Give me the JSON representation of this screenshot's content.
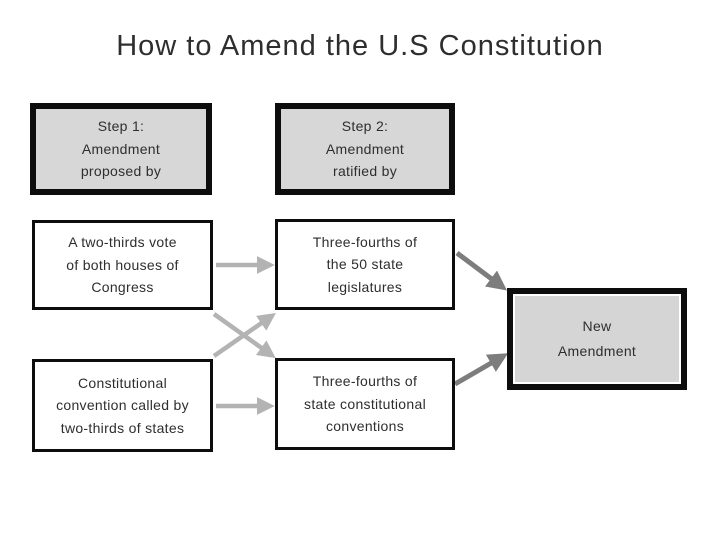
{
  "title": "How to Amend the U.S Constitution",
  "colors": {
    "background": "#ffffff",
    "text": "#2e2e2e",
    "box_border": "#0d0d0d",
    "header_fill": "#d7d7d7",
    "result_fill": "#d5d5d5",
    "plain_fill": "#ffffff",
    "arrow_light": "#b3b3b3",
    "arrow_dark": "#7d7d7d"
  },
  "boxes": {
    "step1": {
      "label": "Step 1:\nAmendment\nproposed by"
    },
    "step2": {
      "label": "Step 2:\nAmendment\nratified by"
    },
    "congress": {
      "label": "A two-thirds vote\nof both houses of\nCongress"
    },
    "legislatures": {
      "label": "Three-fourths of\nthe 50 state\nlegislatures"
    },
    "convention": {
      "label": "Constitutional\nconvention called by\ntwo-thirds of states"
    },
    "state_conventions": {
      "label": "Three-fourths of\nstate constitutional\nconventions"
    },
    "new_amendment": {
      "label": "New\nAmendment"
    }
  },
  "connections": [
    {
      "from": "congress",
      "to": "legislatures",
      "style": "light"
    },
    {
      "from": "congress",
      "to": "state_conventions",
      "style": "light"
    },
    {
      "from": "convention",
      "to": "legislatures",
      "style": "light"
    },
    {
      "from": "convention",
      "to": "state_conventions",
      "style": "light"
    },
    {
      "from": "legislatures",
      "to": "new_amendment",
      "style": "dark"
    },
    {
      "from": "state_conventions",
      "to": "new_amendment",
      "style": "dark"
    }
  ]
}
